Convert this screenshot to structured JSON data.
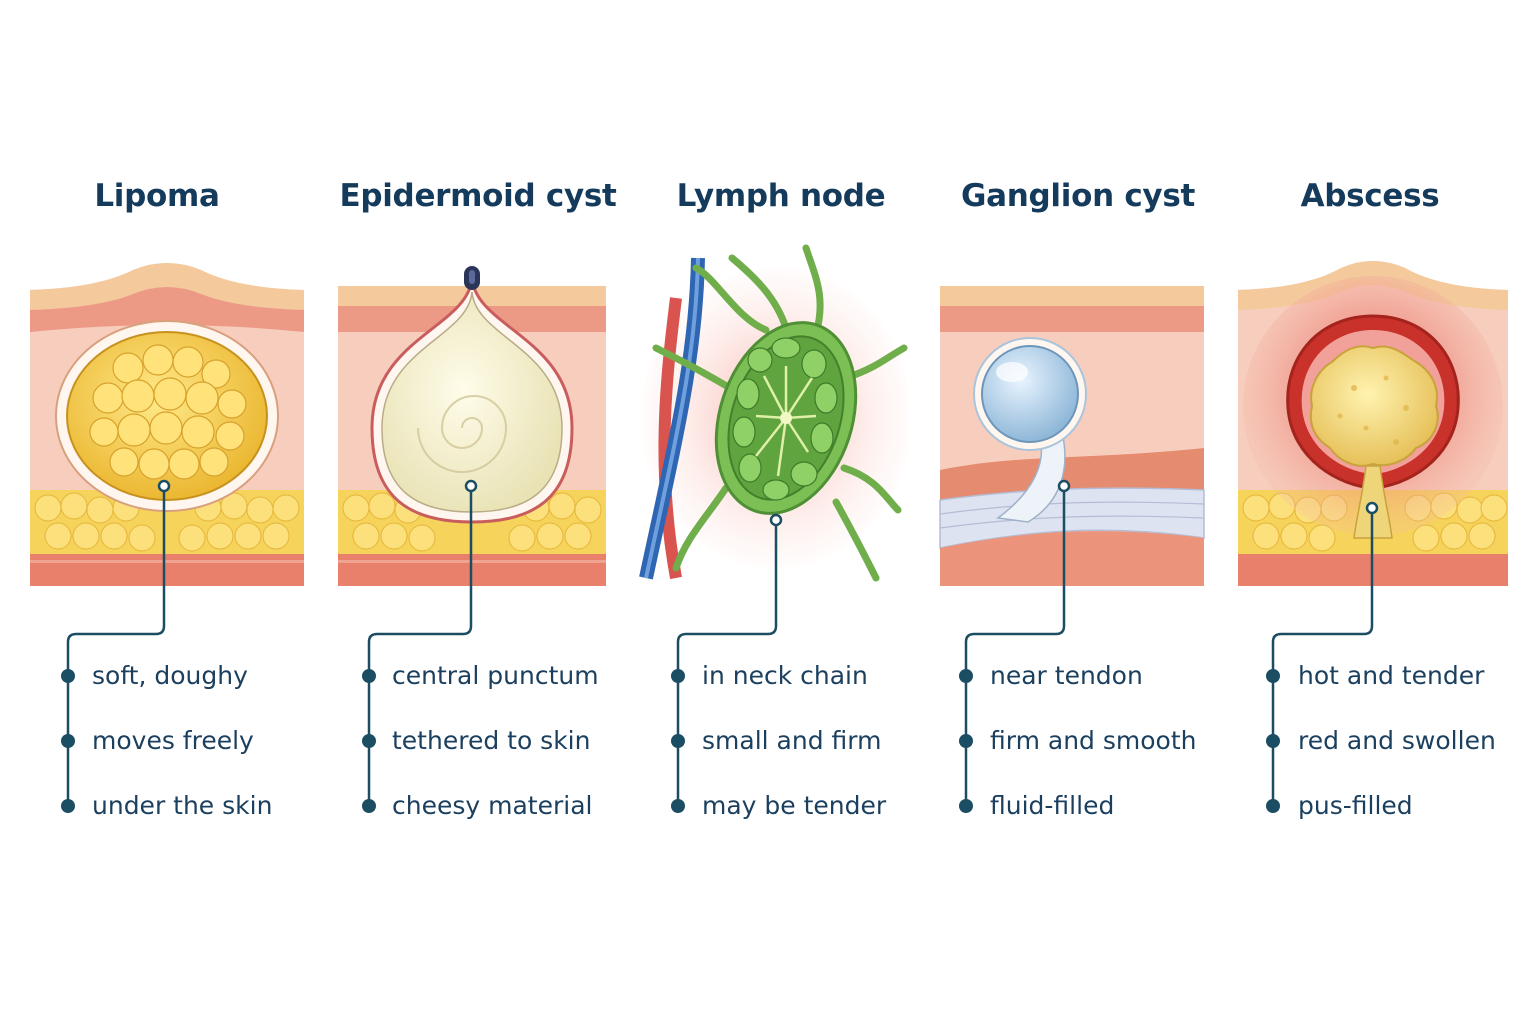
{
  "colors": {
    "title": "#143a5c",
    "leader": "#1b4d63",
    "feature_text": "#1b3f5e",
    "skin_top": "#f6cfa6",
    "dermis": "#f7c8b8",
    "fat": "#f6d35a",
    "muscle": "#e9806c"
  },
  "columns": [
    {
      "title": "Lipoma",
      "icon": "lipoma-illustration-icon",
      "features": [
        "soft, doughy",
        "moves freely",
        "under the skin"
      ]
    },
    {
      "title": "Epidermoid cyst",
      "icon": "epidermoid-cyst-illustration-icon",
      "features": [
        "central punctum",
        "tethered to skin",
        "cheesy material"
      ]
    },
    {
      "title": "Lymph node",
      "icon": "lymph-node-illustration-icon",
      "features": [
        "in neck chain",
        "small and firm",
        "may be tender"
      ]
    },
    {
      "title": "Ganglion cyst",
      "icon": "ganglion-cyst-illustration-icon",
      "features": [
        "near tendon",
        "firm and smooth",
        "fluid-filled"
      ]
    },
    {
      "title": "Abscess",
      "icon": "abscess-illustration-icon",
      "features": [
        "hot and tender",
        "red and swollen",
        "pus-filled"
      ]
    }
  ]
}
